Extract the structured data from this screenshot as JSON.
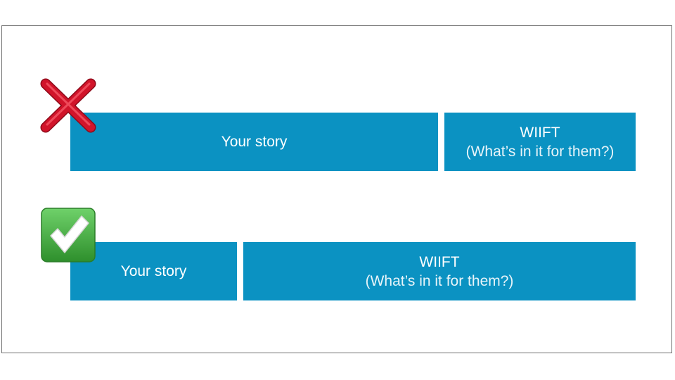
{
  "colors": {
    "bar": "#0b92c2",
    "bar_text": "#ffffff",
    "cross": "#d1142a",
    "check_box": "#3fa93b",
    "check_mark": "#ffffff"
  },
  "rows": [
    {
      "status_icon": "cross-mark-icon",
      "story_label": "Your story",
      "wiift_title": "WIIFT",
      "wiift_subtitle": "(What’s in it for them?)"
    },
    {
      "status_icon": "check-mark-button-icon",
      "story_label": "Your story",
      "wiift_title": "WIIFT",
      "wiift_subtitle": "(What’s in it for them?)"
    }
  ]
}
